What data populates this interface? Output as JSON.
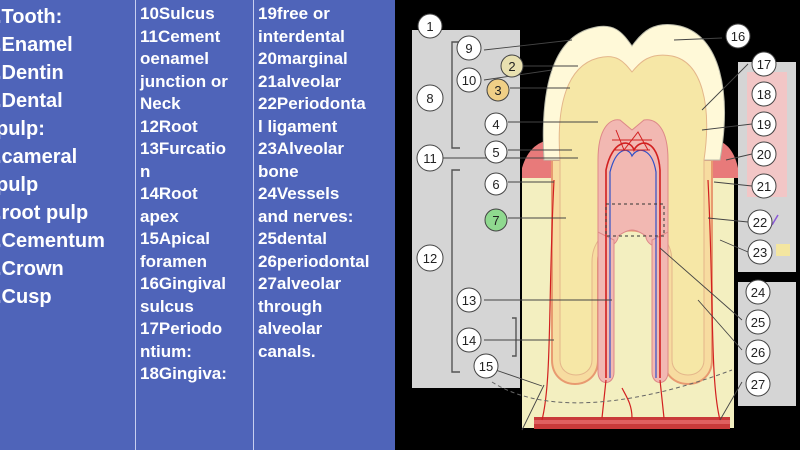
{
  "legend": {
    "col1": [
      ".Tooth:",
      ".Enamel",
      ".Dentin",
      ".Dental",
      " pulp:",
      ".cameral",
      " pulp",
      ".root pulp",
      ".Cementum",
      ".Crown",
      ".Cusp"
    ],
    "col2": [
      "10Sulcus",
      "11Cement",
      "oenamel",
      "junction or",
      "Neck",
      "12Root",
      "13Furcatio",
      "n",
      "14Root",
      "apex",
      "15Apical",
      "foramen",
      "16Gingival",
      "sulcus",
      "17Periodo",
      "ntium:",
      "18Gingiva:"
    ],
    "col3": [
      "19free or",
      "interdental",
      "20marginal",
      "21alveolar",
      "22Periodonta",
      "l ligament",
      "23Alveolar",
      "bone",
      "24Vessels",
      "and nerves:",
      "25dental",
      "26periodontal",
      "27alveolar",
      "through",
      "alveolar",
      "canals."
    ]
  },
  "diagram": {
    "labels": [
      "1",
      "2",
      "3",
      "4",
      "5",
      "6",
      "7",
      "8",
      "9",
      "10",
      "11",
      "12",
      "13",
      "14",
      "15",
      "16",
      "17",
      "18",
      "19",
      "20",
      "21",
      "22",
      "23",
      "24",
      "25",
      "26",
      "27"
    ],
    "colors": {
      "enamel": "#fff9d8",
      "dentin": "#f6e7a6",
      "pulp": "#f2b8b2",
      "cementum": "#f7dca0",
      "gingiva": "#e87a7a",
      "bone": "#f3efc0",
      "panel": "#d5d5d5",
      "panel_pink": "#f2c6c6",
      "panel_yellow": "#f4e6a0",
      "label2_fill": "#e8e0b0",
      "label3_fill": "#f0cf86",
      "label7_fill": "#8fd98f",
      "artery": "#d22020",
      "vein": "#3050c8"
    }
  }
}
